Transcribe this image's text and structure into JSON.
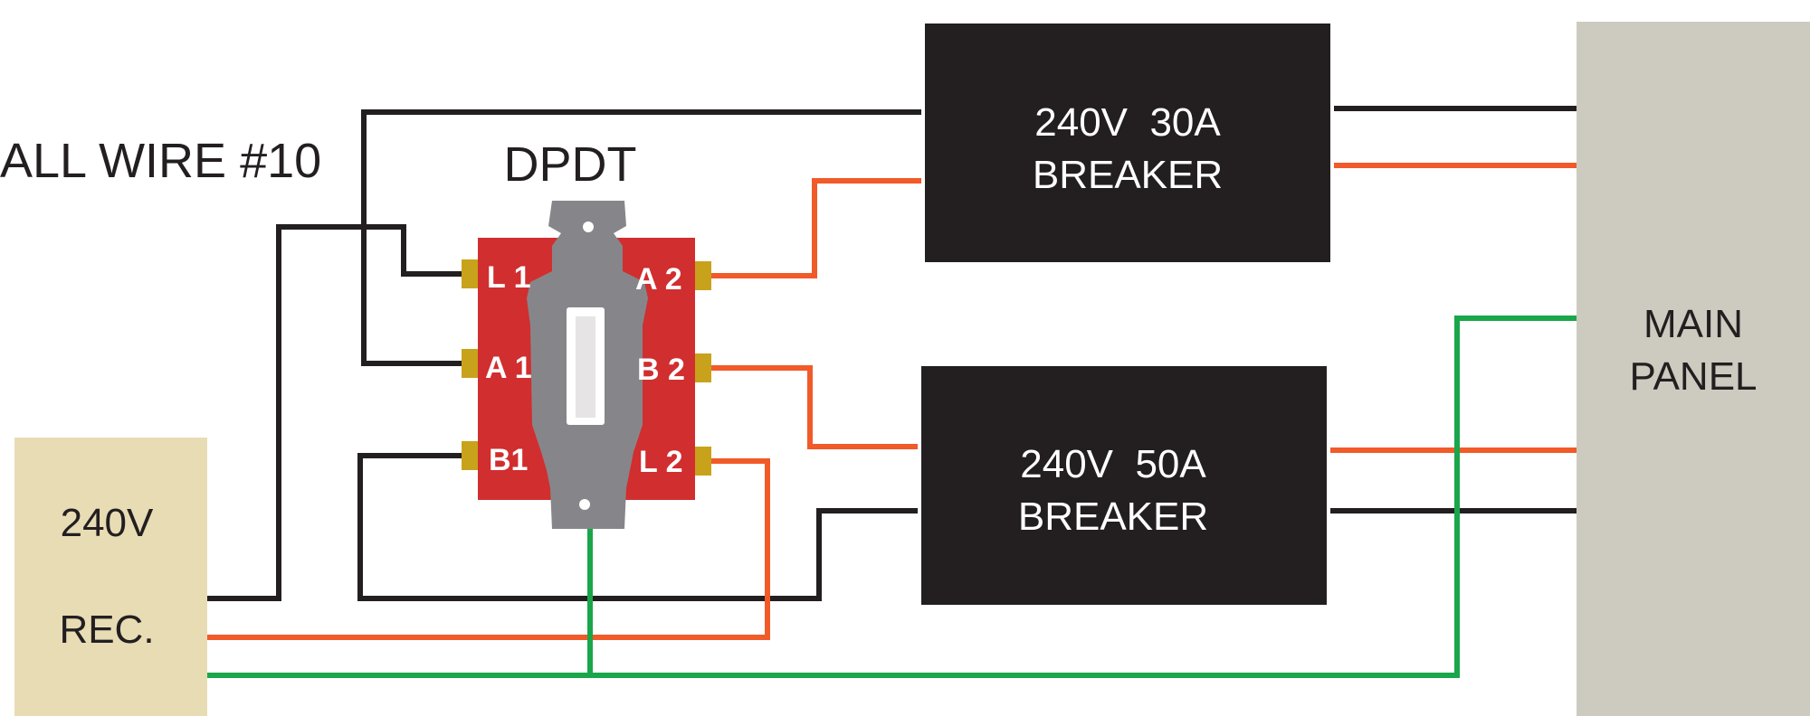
{
  "note": "ALL WIRE #10",
  "switch": {
    "label": "DPDT",
    "terminals": {
      "l1": "L 1",
      "a1": "A 1",
      "b1": "B1",
      "a2": "A 2",
      "b2": "B 2",
      "l2": "L 2"
    }
  },
  "receptacle": {
    "line1": "240V",
    "line2": "REC."
  },
  "breaker_30": {
    "line1": "240V  30A",
    "line2": "BREAKER"
  },
  "breaker_50": {
    "line1": "240V  50A",
    "line2": "BREAKER"
  },
  "main_panel": {
    "line1": "MAIN",
    "line2": "PANEL"
  },
  "colors": {
    "hot_black": "#231f20",
    "hot_orange": "#f15a29",
    "ground_green": "#1aa64a",
    "switch_body": "#d12e2f",
    "terminal_brass": "#c9a21b",
    "toggle_gray": "#86868a",
    "receptacle": "#e8dcb5",
    "panel": "#cdcbbf",
    "breaker": "#231f20"
  }
}
